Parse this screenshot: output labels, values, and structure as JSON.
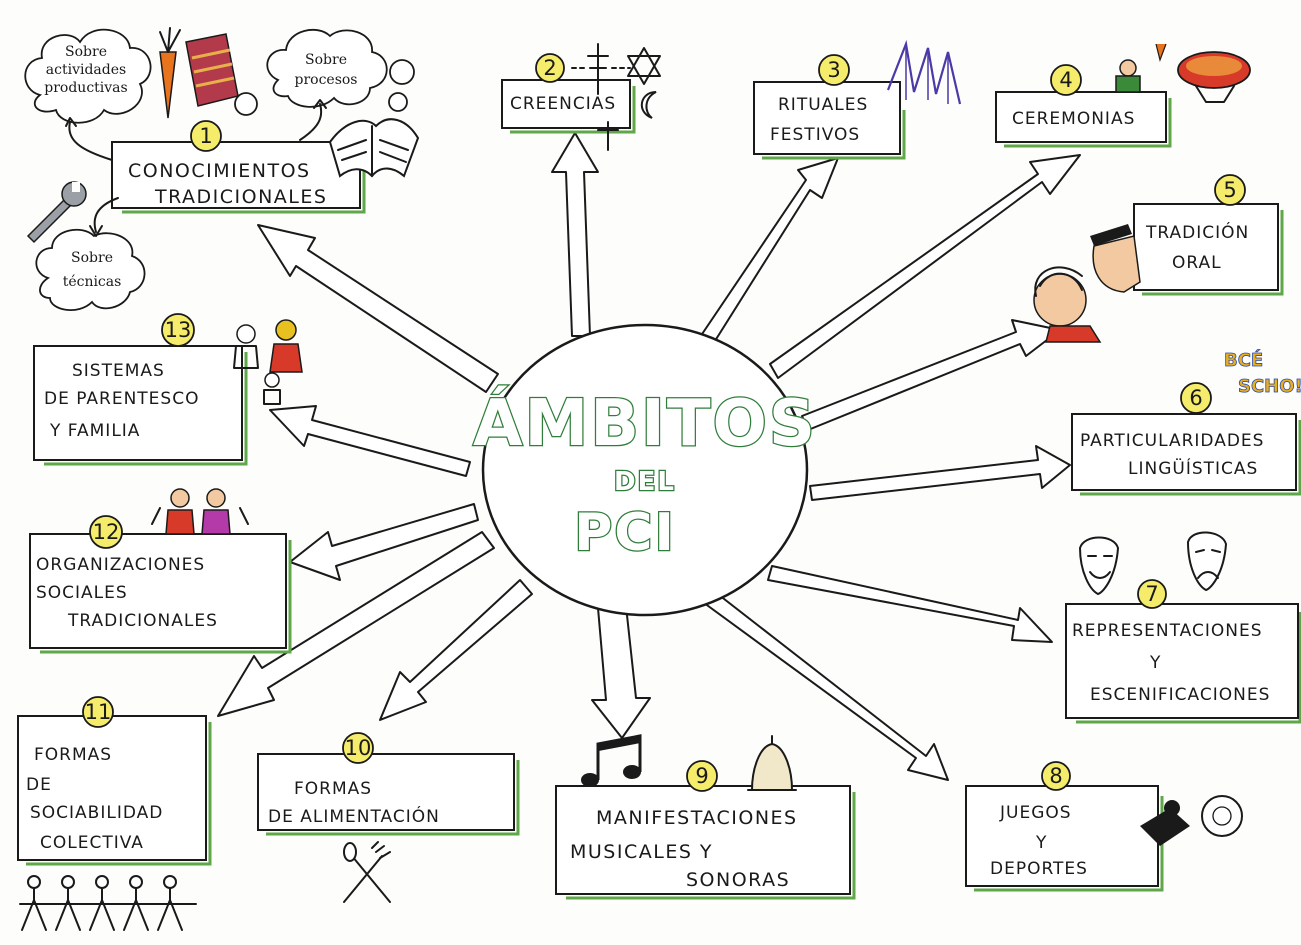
{
  "diagram": {
    "title": "ÁMBITOS",
    "title_mid": "DEL",
    "title_bottom": "PCI",
    "colors": {
      "badge": "#f6ec6b",
      "title_outline": "#2f7d3a",
      "box_shadow": "#5fa84a"
    },
    "nodes": [
      {
        "id": "n1",
        "num": "1",
        "lines": [
          "CONOCIMIENTOS",
          "TRADICIONALES"
        ]
      },
      {
        "id": "n2",
        "num": "2",
        "lines": [
          "CREENCIAS"
        ]
      },
      {
        "id": "n3",
        "num": "3",
        "lines": [
          "RITUALES",
          "FESTIVOS"
        ]
      },
      {
        "id": "n4",
        "num": "4",
        "lines": [
          "CEREMONIAS"
        ]
      },
      {
        "id": "n5",
        "num": "5",
        "lines": [
          "TRADICIÓN",
          "ORAL"
        ]
      },
      {
        "id": "n6",
        "num": "6",
        "lines": [
          "PARTICULARIDADES",
          "LINGÜÍSTICAS"
        ]
      },
      {
        "id": "n7",
        "num": "7",
        "lines": [
          "REPRESENTACIONES",
          "Y",
          "ESCENIFICACIONES"
        ]
      },
      {
        "id": "n8",
        "num": "8",
        "lines": [
          "JUEGOS",
          "Y",
          "DEPORTES"
        ]
      },
      {
        "id": "n9",
        "num": "9",
        "lines": [
          "MANIFESTACIONES",
          "MUSICALES Y",
          "SONORAS"
        ]
      },
      {
        "id": "n10",
        "num": "10",
        "lines": [
          "FORMAS",
          "DE ALIMENTACIÓN"
        ]
      },
      {
        "id": "n11",
        "num": "11",
        "lines": [
          "FORMAS",
          "DE",
          "SOCIABILIDAD",
          "COLECTIVA"
        ]
      },
      {
        "id": "n12",
        "num": "12",
        "lines": [
          "ORGANIZACIONES",
          "SOCIALES",
          "TRADICIONALES"
        ]
      },
      {
        "id": "n13",
        "num": "13",
        "lines": [
          "SISTEMAS",
          "DE PARENTESCO",
          "Y FAMILIA"
        ]
      }
    ],
    "clouds": [
      {
        "id": "c1",
        "lines": [
          "Sobre",
          "actividades",
          "productivas"
        ]
      },
      {
        "id": "c2",
        "lines": [
          "Sobre",
          "procesos"
        ]
      },
      {
        "id": "c3",
        "lines": [
          "Sobre",
          "técnicas"
        ]
      }
    ],
    "speech_bubble": [
      "BCÉ",
      "SCHO!"
    ],
    "icons": [
      "carrot-icon",
      "rug-icon",
      "book-icon",
      "wrench-icon",
      "cross-icon",
      "star-of-david-icon",
      "crescent-icon",
      "church-spires-icon",
      "drummer-icon",
      "paella-pan-icon",
      "elderly-couple-icon",
      "family-icon",
      "singers-icon",
      "people-chain-icon",
      "fork-spoon-icon",
      "music-note-icon",
      "bell-icon",
      "board-game-icon",
      "theatre-mask-icon"
    ]
  }
}
